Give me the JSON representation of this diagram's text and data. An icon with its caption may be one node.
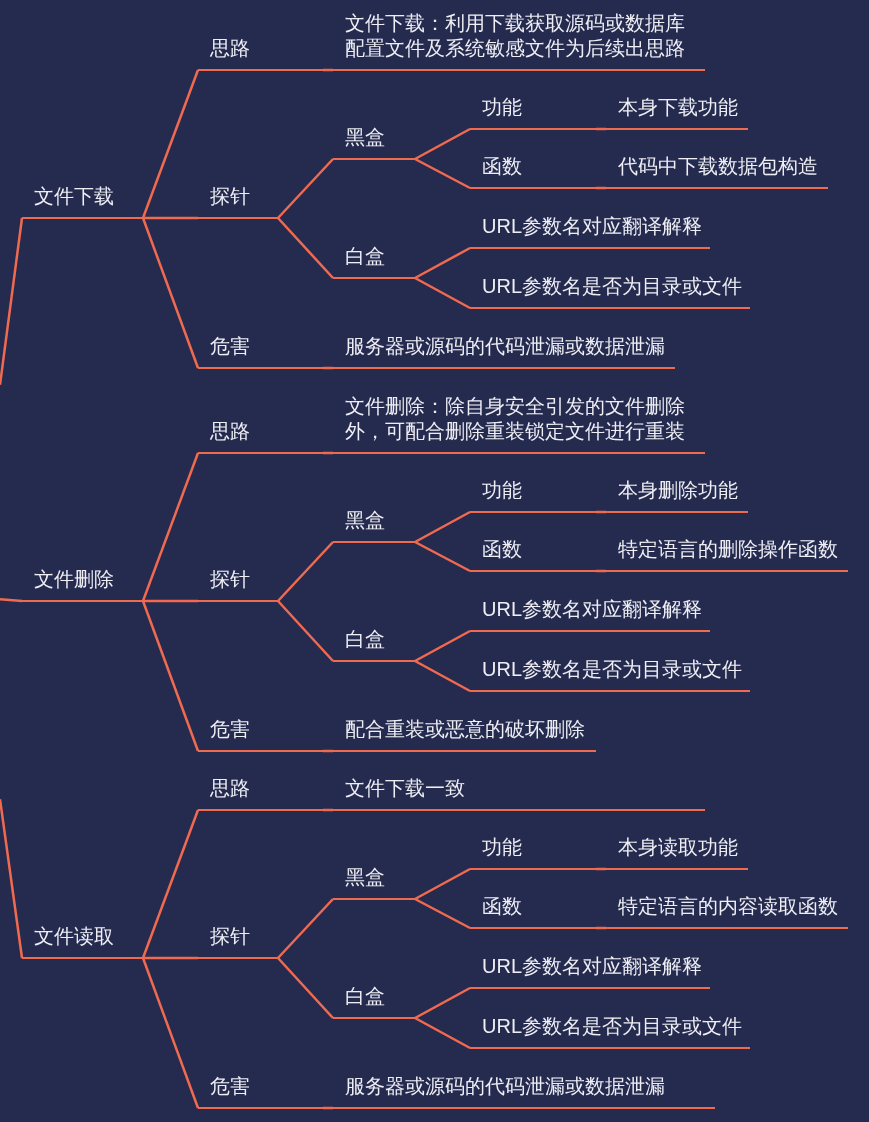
{
  "diagram": {
    "nodes": [
      {
        "text": [
          "文件下载"
        ]
      },
      {
        "text": [
          "思路"
        ]
      },
      {
        "text": [
          "文件下载：利用下载获取源码或数据库配置文件及系统敏感文件为后续出思路"
        ]
      },
      {
        "text": [
          "探针"
        ]
      },
      {
        "text": [
          "黑盒"
        ]
      },
      {
        "text": [
          "功能"
        ]
      },
      {
        "text": [
          "本身下载功能"
        ]
      },
      {
        "text": [
          "函数"
        ]
      },
      {
        "text": [
          "代码中下载数据包构造"
        ]
      },
      {
        "text": [
          "白盒"
        ]
      },
      {
        "text": [
          "URL参数名对应翻译解释"
        ]
      },
      {
        "text": [
          "URL参数名是否为目录或文件"
        ]
      },
      {
        "text": [
          "危害"
        ]
      },
      {
        "text": [
          "服务器或源码的代码泄漏或数据泄漏"
        ]
      },
      {
        "text": [
          "文件删除"
        ]
      },
      {
        "text": [
          "思路"
        ]
      },
      {
        "text": [
          "文件删除：除自身安全引发的文件删除外，可配合删除重装锁定文件进行重装"
        ]
      },
      {
        "text": [
          "探针"
        ]
      },
      {
        "text": [
          "黑盒"
        ]
      },
      {
        "text": [
          "功能"
        ]
      },
      {
        "text": [
          "本身删除功能"
        ]
      },
      {
        "text": [
          "函数"
        ]
      },
      {
        "text": [
          "特定语言的删除操作函数"
        ]
      },
      {
        "text": [
          "白盒"
        ]
      },
      {
        "text": [
          "URL参数名对应翻译解释"
        ]
      },
      {
        "text": [
          "URL参数名是否为目录或文件"
        ]
      },
      {
        "text": [
          "危害"
        ]
      },
      {
        "text": [
          "配合重装或恶意的破坏删除"
        ]
      },
      {
        "text": [
          "文件读取"
        ]
      },
      {
        "text": [
          "思路"
        ]
      },
      {
        "text": [
          "文件下载一致"
        ]
      },
      {
        "text": [
          "探针"
        ]
      },
      {
        "text": [
          "黑盒"
        ]
      },
      {
        "text": [
          "功能"
        ]
      },
      {
        "text": [
          "本身读取功能"
        ]
      },
      {
        "text": [
          "函数"
        ]
      },
      {
        "text": [
          "特定语言的内容读取函数"
        ]
      },
      {
        "text": [
          "白盒"
        ]
      },
      {
        "text": [
          "URL参数名对应翻译解释"
        ]
      },
      {
        "text": [
          "URL参数名是否为目录或文件"
        ]
      },
      {
        "text": [
          "危害"
        ]
      },
      {
        "text": [
          "服务器或源码的代码泄漏或数据泄漏"
        ]
      }
    ],
    "edges": [
      {
        "from": null,
        "to": 0,
        "arrow": "none"
      },
      {
        "from": 0,
        "to": 1,
        "arrow": "none"
      },
      {
        "from": 1,
        "to": 2,
        "arrow": "none"
      },
      {
        "from": 0,
        "to": 3,
        "arrow": "none"
      },
      {
        "from": 3,
        "to": 4,
        "arrow": "none"
      },
      {
        "from": 4,
        "to": 5,
        "arrow": "none"
      },
      {
        "from": 5,
        "to": 6,
        "arrow": "none"
      },
      {
        "from": 4,
        "to": 7,
        "arrow": "none"
      },
      {
        "from": 7,
        "to": 8,
        "arrow": "none"
      },
      {
        "from": 3,
        "to": 9,
        "arrow": "none"
      },
      {
        "from": 9,
        "to": 10,
        "arrow": "none"
      },
      {
        "from": 9,
        "to": 11,
        "arrow": "none"
      },
      {
        "from": 0,
        "to": 12,
        "arrow": "none"
      },
      {
        "from": 12,
        "to": 13,
        "arrow": "none"
      },
      {
        "from": null,
        "to": 14,
        "arrow": "none"
      },
      {
        "from": 14,
        "to": 15,
        "arrow": "none"
      },
      {
        "from": 15,
        "to": 16,
        "arrow": "none"
      },
      {
        "from": 14,
        "to": 17,
        "arrow": "none"
      },
      {
        "from": 17,
        "to": 18,
        "arrow": "none"
      },
      {
        "from": 18,
        "to": 19,
        "arrow": "none"
      },
      {
        "from": 19,
        "to": 20,
        "arrow": "none"
      },
      {
        "from": 18,
        "to": 21,
        "arrow": "none"
      },
      {
        "from": 21,
        "to": 22,
        "arrow": "none"
      },
      {
        "from": 17,
        "to": 23,
        "arrow": "none"
      },
      {
        "from": 23,
        "to": 24,
        "arrow": "none"
      },
      {
        "from": 23,
        "to": 25,
        "arrow": "none"
      },
      {
        "from": 14,
        "to": 26,
        "arrow": "none"
      },
      {
        "from": 26,
        "to": 27,
        "arrow": "none"
      },
      {
        "from": null,
        "to": 28,
        "arrow": "none"
      },
      {
        "from": 28,
        "to": 29,
        "arrow": "none"
      },
      {
        "from": 29,
        "to": 30,
        "arrow": "none"
      },
      {
        "from": 28,
        "to": 31,
        "arrow": "none"
      },
      {
        "from": 31,
        "to": 32,
        "arrow": "none"
      },
      {
        "from": 32,
        "to": 33,
        "arrow": "none"
      },
      {
        "from": 33,
        "to": 34,
        "arrow": "none"
      },
      {
        "from": 32,
        "to": 35,
        "arrow": "none"
      },
      {
        "from": 35,
        "to": 36,
        "arrow": "none"
      },
      {
        "from": 31,
        "to": 37,
        "arrow": "none"
      },
      {
        "from": 37,
        "to": 38,
        "arrow": "none"
      },
      {
        "from": 37,
        "to": 39,
        "arrow": "none"
      },
      {
        "from": 28,
        "to": 40,
        "arrow": "none"
      },
      {
        "from": 40,
        "to": 41,
        "arrow": "none"
      }
    ]
  }
}
